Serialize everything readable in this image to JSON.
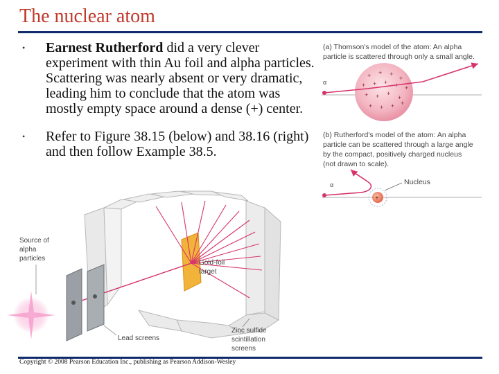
{
  "title": "The nuclear atom",
  "bullets": [
    {
      "lead": "Earnest Rutherford",
      "text": " did a very clever experiment with thin Au foil and alpha particles.  Scattering was nearly absent or very dramatic, leading him to conclude that the atom was mostly empty space around a dense (+) center."
    },
    {
      "lead": "",
      "text": "Refer to Figure 38.15 (below) and 38.16 (right) and then follow Example 38.5."
    }
  ],
  "figure_a": {
    "caption_line1": "(a) Thomson's model of the atom: An alpha",
    "caption_line2": "particle is scattered through only a small angle.",
    "alpha": "α"
  },
  "figure_b": {
    "caption_line1": "(b) Rutherford's model of the atom: An alpha",
    "caption_line2": "particle can be scattered through a large angle",
    "caption_line3": "by the compact, positively charged nucleus",
    "caption_line4": "(not drawn to scale).",
    "alpha": "α",
    "nucleus_label": "Nucleus"
  },
  "figure_apparatus": {
    "source_label_1": "Source of",
    "source_label_2": "alpha",
    "source_label_3": "particles",
    "gold_label_1": "Gold-foil",
    "gold_label_2": "target",
    "lead_label": "Lead screens",
    "zinc_label_1": "Zinc sulfide",
    "zinc_label_2": "scintillation",
    "zinc_label_3": "screens"
  },
  "copyright": "Copyright © 2008 Pearson Education Inc., publishing as Pearson Addison-Wesley",
  "colors": {
    "title": "#c0392b",
    "rule": "#0e2a6b",
    "alpha_path": "#d6336c",
    "gold": "#f0a020"
  }
}
